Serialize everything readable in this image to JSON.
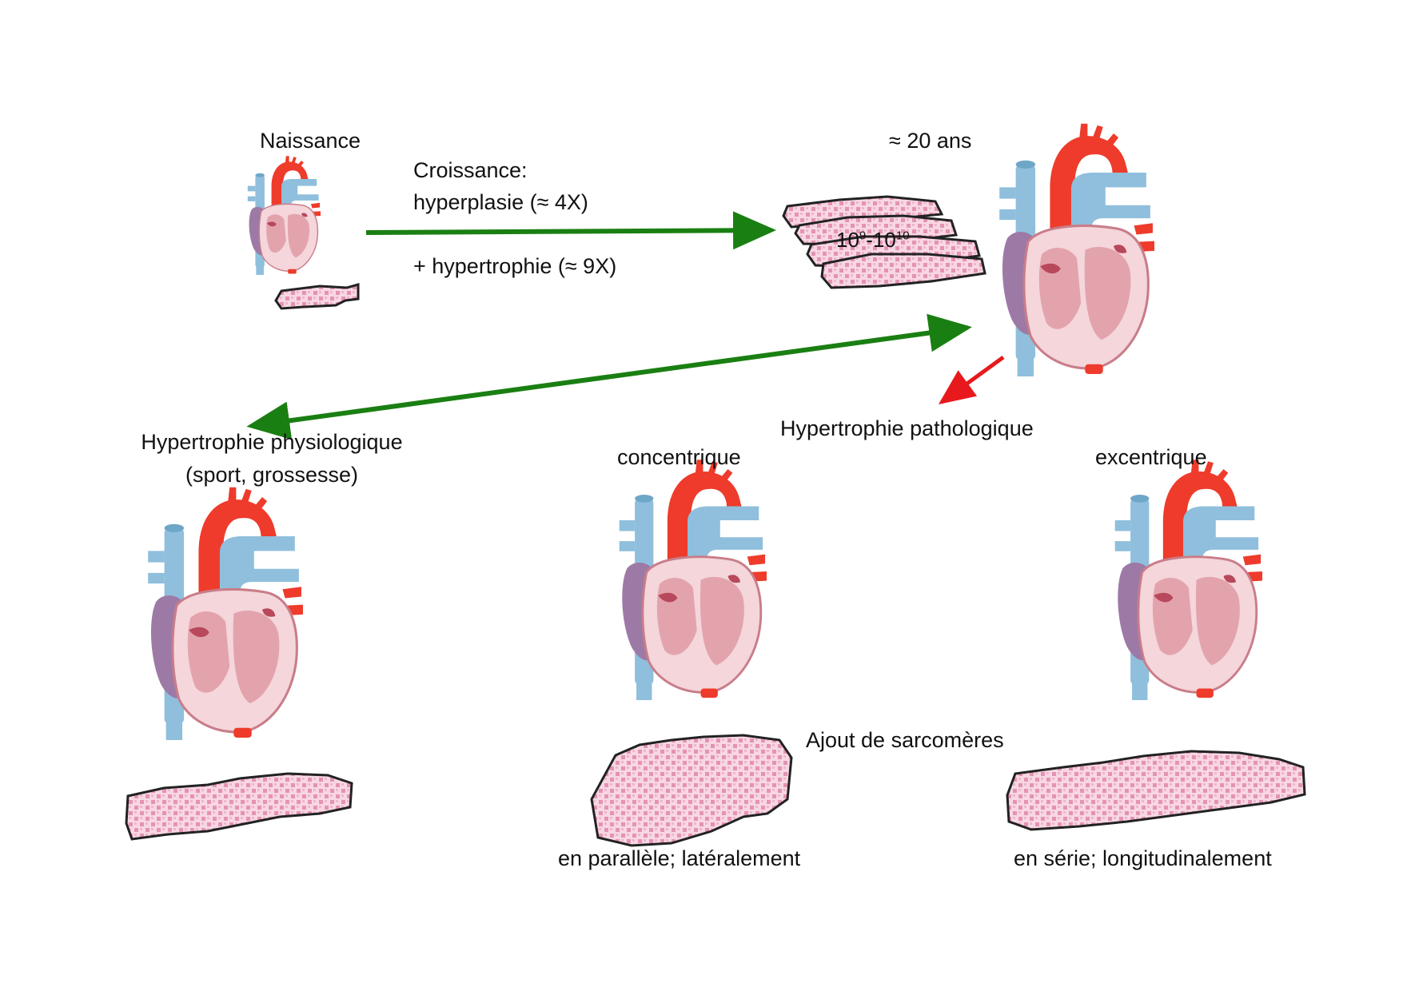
{
  "labels": {
    "birth": "Naissance",
    "adult": "≈ 20 ans",
    "growth_title": "Croissance:",
    "growth_hyperplasia": "hyperplasie (≈ 4X)",
    "growth_hypertrophy": "+ hypertrophie (≈ 9X)",
    "cell_count_base1": "10",
    "cell_count_exp1": "9",
    "cell_count_sep": "-",
    "cell_count_base2": "10",
    "cell_count_exp2": "10",
    "physiological_line1": "Hypertrophie physiologique",
    "physiological_line2": "(sport, grossesse)",
    "pathological": "Hypertrophie pathologique",
    "concentric": "concentrique",
    "eccentric": "excentrique",
    "sarcomere_addition": "Ajout de sarcomères",
    "parallel": "en parallèle; latéralement",
    "series": "en série; longitudinalement"
  },
  "colors": {
    "green_arrow": "#1a7f12",
    "red_arrow": "#e8191c",
    "aorta": "#ee3b2b",
    "vein": "#8fbfdc",
    "atrium": "#9d7aa6",
    "myocardium": "#f4d6db",
    "chamber": "#e3a3ad",
    "cell_fill": "#f6cfdc",
    "cell_check": "#e493b4"
  },
  "icons": [
    "heart-illustration",
    "cardiomyocyte-cell"
  ]
}
